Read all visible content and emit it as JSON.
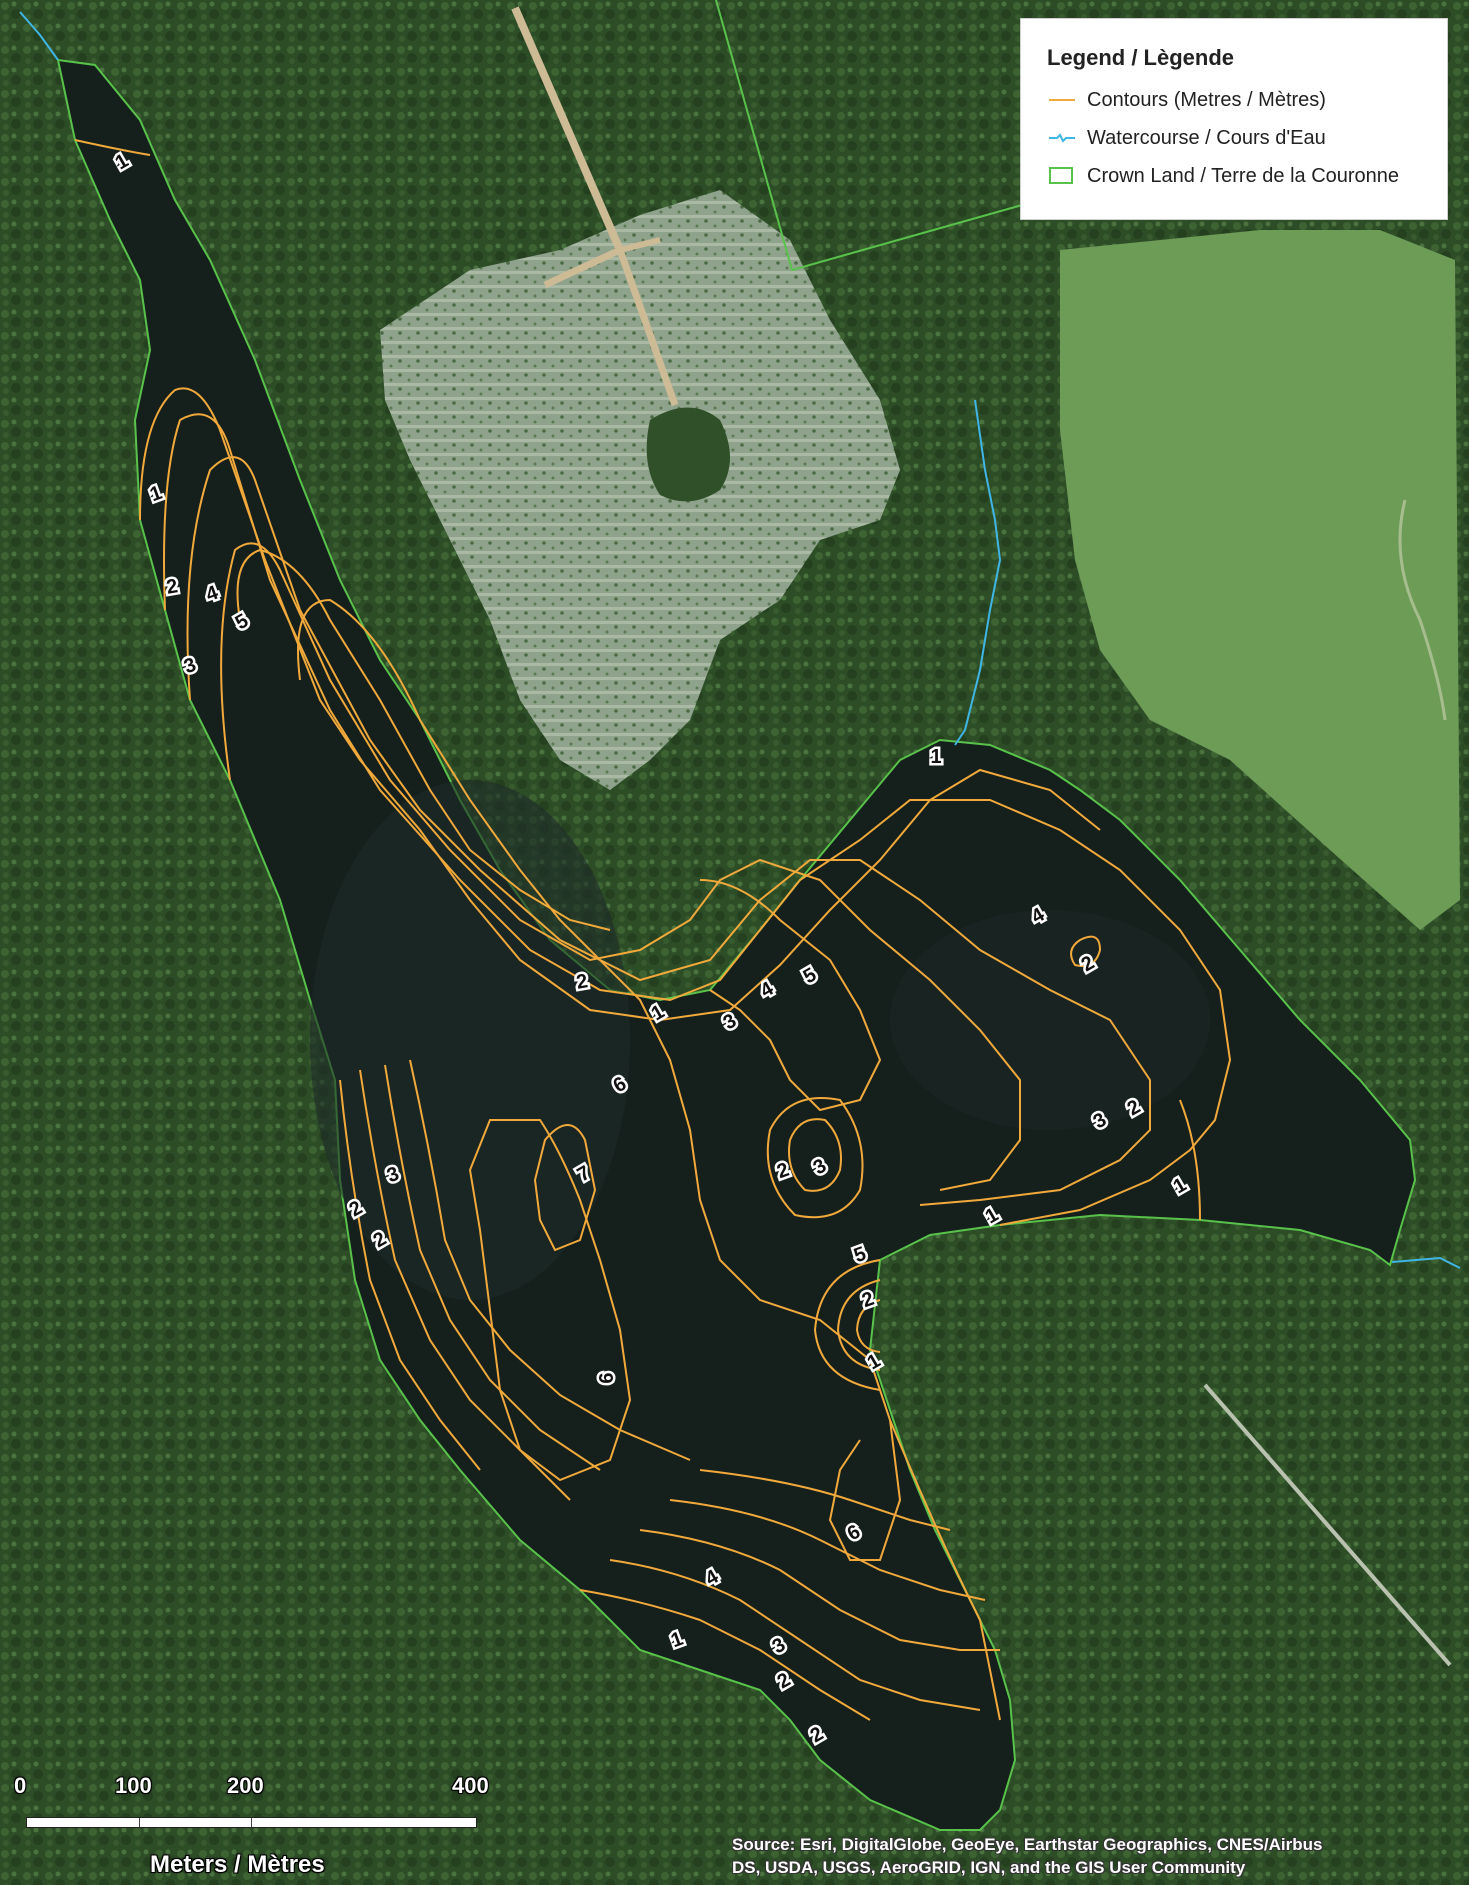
{
  "legend": {
    "title": "Legend / Lègende",
    "items": [
      {
        "label": "Contours (Metres / Mètres)",
        "symbol": "contour-line",
        "color": "#f2a93b"
      },
      {
        "label": "Watercourse / Cours d'Eau",
        "symbol": "watercourse-line",
        "color": "#3fb6e6"
      },
      {
        "label": "Crown Land / Terre de la Couronne",
        "symbol": "crown-land-box",
        "color": "#59c24a"
      }
    ]
  },
  "scale_bar": {
    "ticks": [
      "0",
      "100",
      "200",
      "400"
    ],
    "units": "Meters / Mètres"
  },
  "credits": {
    "line1": "Source: Esri, DigitalGlobe, GeoEye, Earthstar Geographics, CNES/Airbus",
    "line2": "DS, USDA, USGS, AeroGRID, IGN, and the GIS User Community"
  },
  "depth_labels": [
    "1",
    "1",
    "2",
    "4",
    "5",
    "3",
    "1",
    "2",
    "5",
    "4",
    "3",
    "1",
    "2",
    "3",
    "2",
    "1",
    "6",
    "7",
    "2",
    "3",
    "3",
    "2",
    "2",
    "1",
    "5",
    "2",
    "1",
    "4",
    "6",
    "6",
    "4",
    "1",
    "3",
    "2",
    "2"
  ],
  "colors": {
    "contour": "#f2a93b",
    "water": "#141e1c",
    "forest": "#2b4a25",
    "clearcut": "#8ea38a",
    "field": "#6a9a55",
    "crown_land": "#59c24a",
    "watercourse": "#3fb6e6"
  }
}
